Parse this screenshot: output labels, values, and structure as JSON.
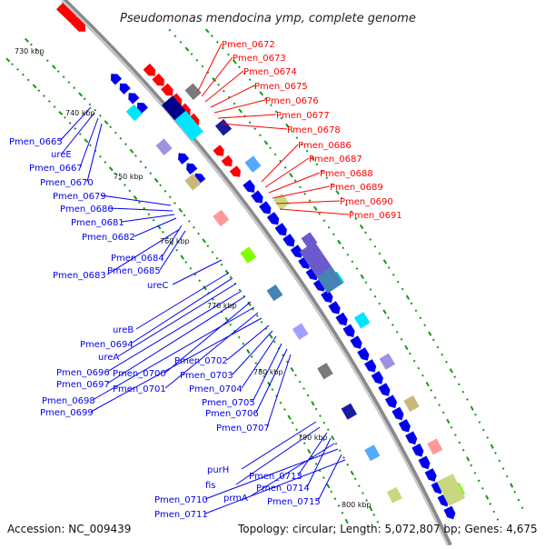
{
  "title": "Pseudomonas mendocina ymp, complete genome",
  "accession": "Accession: NC_009439",
  "topology": "Topology: circular; Length: 5,072,807 bp; Genes: 4,675",
  "colors": {
    "red": "#ff0000",
    "blue": "#0000ee",
    "backbone": "#999999",
    "tick": "#119911"
  },
  "kbp_labels": [
    {
      "label": "730 kbp"
    },
    {
      "label": "740 kbp"
    },
    {
      "label": "750 kbp"
    },
    {
      "label": "760 kbp"
    },
    {
      "label": "770 kbp"
    },
    {
      "label": "780 kbp"
    },
    {
      "label": "790 kbp"
    },
    {
      "label": "800 kbp"
    }
  ],
  "red_labels": [
    "Pmen_0672",
    "Pmen_0673",
    "Pmen_0674",
    "Pmen_0675",
    "Pmen_0676",
    "Pmen_0677",
    "Pmen_0678",
    "Pmen_0686",
    "Pmen_0687",
    "Pmen_0688",
    "Pmen_0689",
    "Pmen_0690",
    "Pmen_0691"
  ],
  "blue_left_labels": [
    "Pmen_0665",
    "ureE",
    "Pmen_0667",
    "Pmen_0670",
    "Pmen_0679",
    "Pmen_0680",
    "Pmen_0681",
    "Pmen_0682",
    "Pmen_0684",
    "Pmen_0683",
    "Pmen_0685",
    "ureC",
    "ureB",
    "Pmen_0694",
    "ureA",
    "Pmen_0696",
    "Pmen_0697",
    "Pmen_0700",
    "Pmen_0698",
    "Pmen_0701",
    "Pmen_0699",
    "Pmen_0702",
    "Pmen_0703",
    "Pmen_0704",
    "Pmen_0705",
    "Pmen_0706",
    "Pmen_0707",
    "purH",
    "fis",
    "Pmen_0713",
    "Pmen_0714",
    "prmA",
    "Pmen_0710",
    "Pmen_0715",
    "Pmen_0711"
  ]
}
